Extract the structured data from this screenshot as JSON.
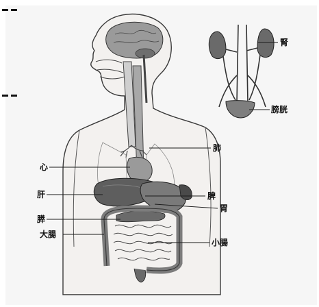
{
  "labels": {
    "kidney": "腎",
    "bladder": "膀胱",
    "lung": "肺",
    "heart": "心",
    "spleen": "脾",
    "liver": "肝",
    "stomach": "胃",
    "pancreas": "膵",
    "large_intestine": "大腸",
    "small_intestine": "小腸"
  },
  "colors": {
    "ink": "#1a1a1a",
    "skin": "#f3f1ef",
    "organ_dark": "#5a5a5a",
    "organ_mid": "#8a8a8a",
    "organ_light": "#b8b8b8"
  }
}
